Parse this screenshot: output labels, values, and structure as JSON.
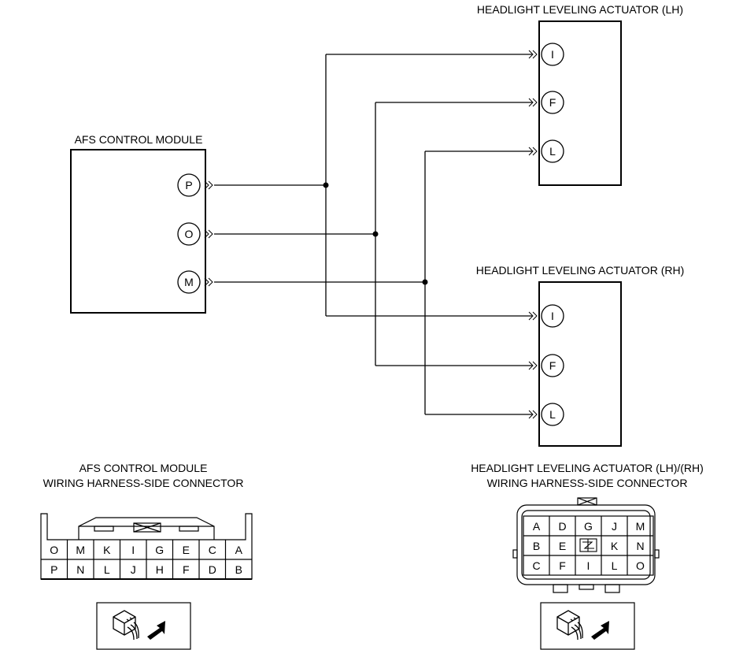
{
  "labels": {
    "lh_actuator": "HEADLIGHT LEVELING ACTUATOR (LH)",
    "rh_actuator": "HEADLIGHT LEVELING ACTUATOR (RH)",
    "afs_module": "AFS CONTROL MODULE",
    "afs_connector_line1": "AFS CONTROL MODULE",
    "afs_connector_line2": "WIRING HARNESS-SIDE CONNECTOR",
    "act_connector_line1": "HEADLIGHT LEVELING ACTUATOR (LH)/(RH)",
    "act_connector_line2": "WIRING HARNESS-SIDE CONNECTOR"
  },
  "afs_pins": [
    "P",
    "O",
    "M"
  ],
  "lh_pins": [
    "I",
    "F",
    "L"
  ],
  "rh_pins": [
    "I",
    "F",
    "L"
  ],
  "afs_connector": {
    "top_row": [
      "O",
      "M",
      "K",
      "I",
      "G",
      "E",
      "C",
      "A"
    ],
    "bottom_row": [
      "P",
      "N",
      "L",
      "J",
      "H",
      "F",
      "D",
      "B"
    ]
  },
  "actuator_connector": {
    "rows": [
      [
        "A",
        "D",
        "G",
        "J",
        "M"
      ],
      [
        "B",
        "E",
        "",
        "K",
        "N"
      ],
      [
        "C",
        "F",
        "I",
        "L",
        "O"
      ]
    ]
  },
  "icons": {
    "unused_cavity": "blocked-cavity-icon",
    "view_direction": "connector-view-direction-icon"
  }
}
